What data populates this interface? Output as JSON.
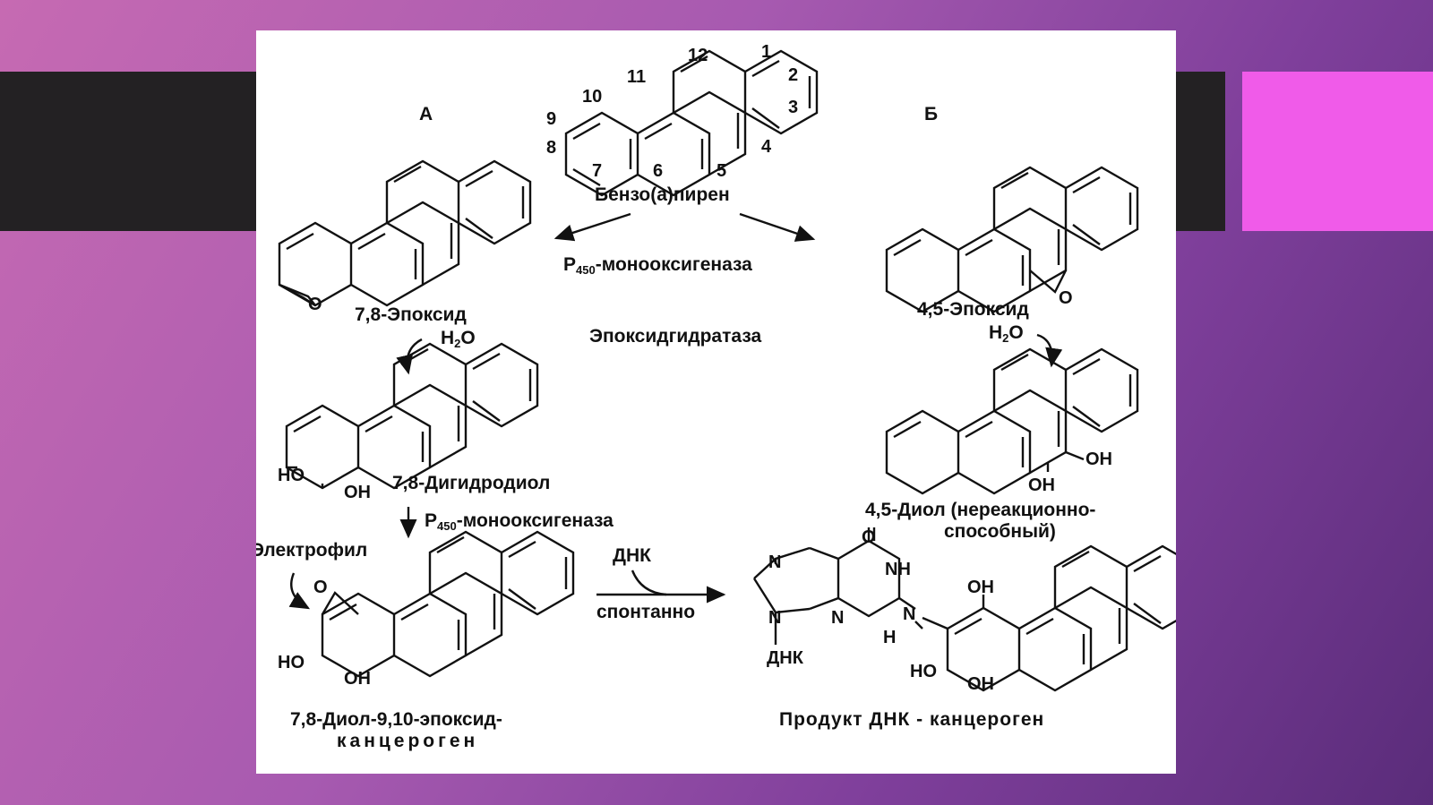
{
  "panel": {
    "headings": {
      "route_a": "А",
      "route_b": "Б"
    },
    "start": {
      "name": "Бензо(а)пирен",
      "ring_numbers": [
        "1",
        "2",
        "3",
        "4",
        "5",
        "6",
        "7",
        "8",
        "9",
        "10",
        "11",
        "12"
      ]
    },
    "enzymes": {
      "p450": "Р",
      "p450_sub": "450",
      "p450_rest": "-монооксигеназа",
      "epoxide_hydratase": "Эпоксидгидратаза"
    },
    "route_a": {
      "epoxide": "7,8-Эпоксид",
      "water": "H",
      "water_sub": "2",
      "water_end": "O",
      "diol": "7,8-Дигидродиол",
      "electrophile": "Электрофил",
      "product_line1": "7,8-Диол-9,10-эпоксид-",
      "product_line2": "канцероген"
    },
    "route_b": {
      "epoxide": "4,5-Эпоксид",
      "diol_line1": "4,5-Диол (нереакционно-",
      "diol_line2": "способный)"
    },
    "dna_reaction": {
      "reagent": "ДНК",
      "condition": "спонтанно",
      "product_label": "Продукт ДНК - канцероген"
    },
    "atoms": {
      "O": "O",
      "OH": "OH",
      "HO": "HO",
      "N": "N",
      "NH": "NH",
      "H": "H",
      "DNA": "ДНК"
    }
  }
}
